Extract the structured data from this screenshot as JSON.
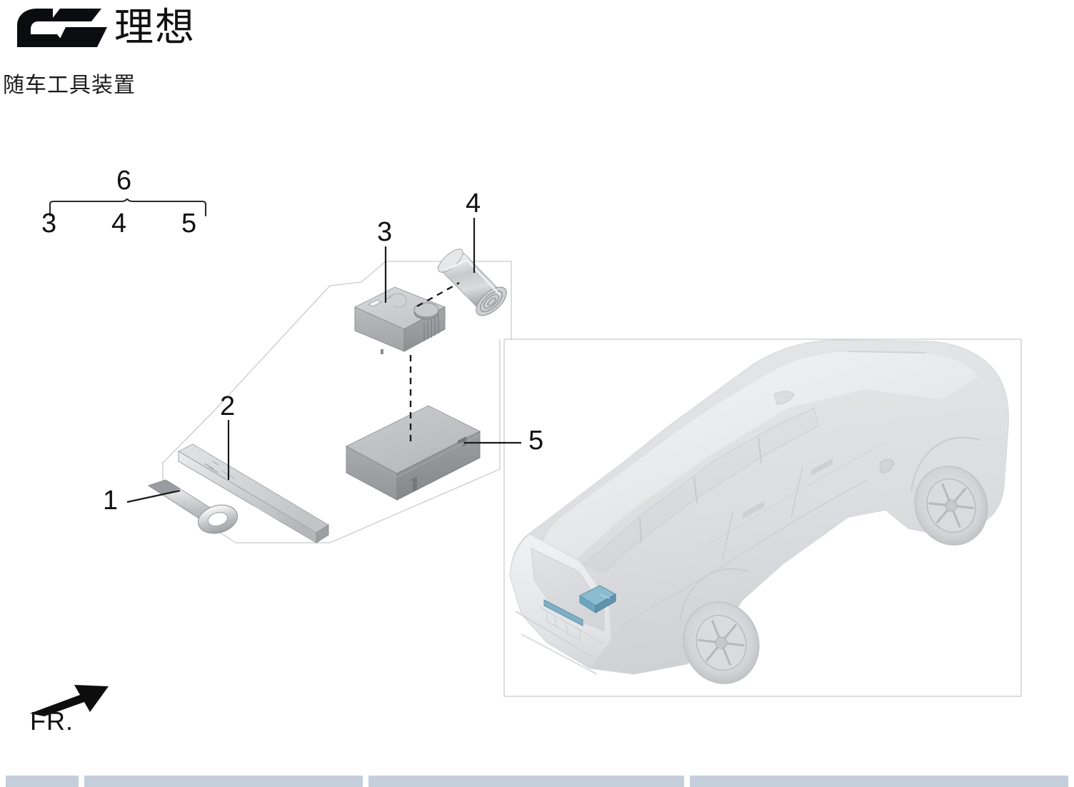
{
  "header": {
    "brand_logo_name": "li-auto-logo",
    "brand_name": "理想",
    "page_title": "随车工具装置"
  },
  "legend": {
    "group_number": "6",
    "member_numbers": [
      "3",
      "4",
      "5"
    ],
    "description_name": "brace-legend"
  },
  "callouts": [
    {
      "id": "callout-1",
      "label": "1",
      "part": "tow-hook-eyelet"
    },
    {
      "id": "callout-2",
      "label": "2",
      "part": "tool-bar"
    },
    {
      "id": "callout-3",
      "label": "3",
      "part": "tire-inflator-compressor"
    },
    {
      "id": "callout-4",
      "label": "4",
      "part": "sealant-bottle"
    },
    {
      "id": "callout-5",
      "label": "5",
      "part": "tool-storage-case"
    }
  ],
  "direction_marker": {
    "label": "FR.",
    "arrow_name": "front-direction-arrow"
  },
  "vehicle": {
    "name": "vehicle-rear-three-quarter-view",
    "highlight_color": "#7fb0c6",
    "body_color": "#e9eaec"
  },
  "colors": {
    "outline": "#c9cbce",
    "leader": "#1a1a1a",
    "table_header": "#c5cedb",
    "part_light": "#d9dadc",
    "part_mid": "#b9bbbe",
    "part_dark": "#8e9093"
  },
  "bottom_table": {
    "name": "parts-table-header",
    "columns": [
      "",
      "",
      "",
      ""
    ]
  }
}
